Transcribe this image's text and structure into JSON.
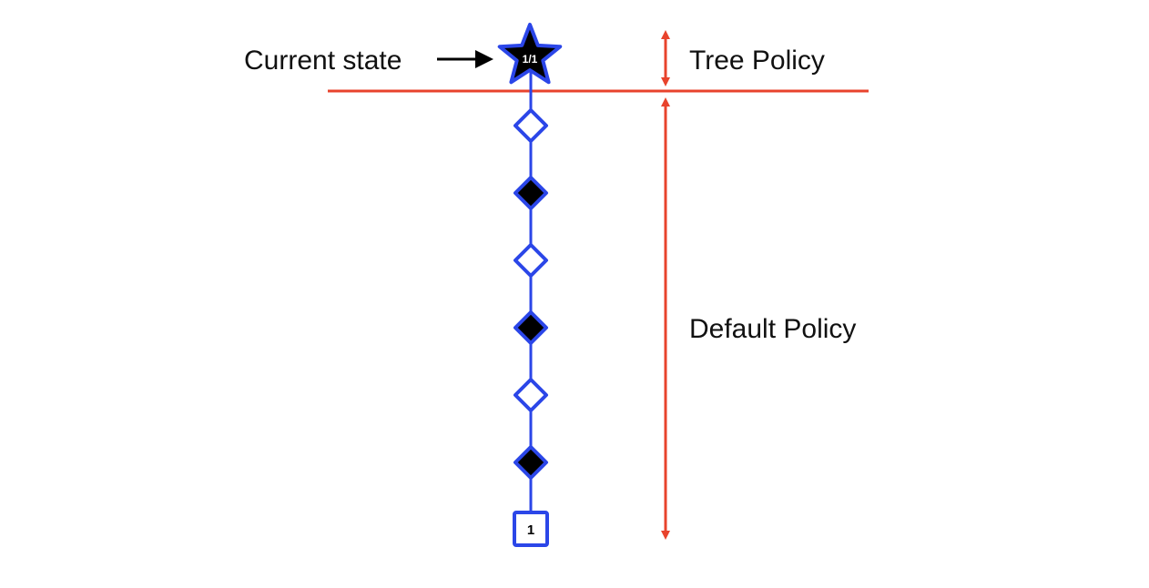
{
  "labels": {
    "current_state": "Current state",
    "tree_policy": "Tree Policy",
    "default_policy": "Default Policy"
  },
  "root": {
    "shape": "star",
    "label": "1/1",
    "fill": "#000000",
    "text_color": "#ffffff"
  },
  "nodes": [
    {
      "shape": "diamond",
      "fill": "#ffffff"
    },
    {
      "shape": "diamond",
      "fill": "#000000"
    },
    {
      "shape": "diamond",
      "fill": "#ffffff"
    },
    {
      "shape": "diamond",
      "fill": "#000000"
    },
    {
      "shape": "diamond",
      "fill": "#ffffff"
    },
    {
      "shape": "diamond",
      "fill": "#000000"
    }
  ],
  "terminal": {
    "shape": "square",
    "label": "1",
    "fill": "#ffffff",
    "text_color": "#000000"
  },
  "colors": {
    "edge": "#2b46e8",
    "policy": "#e8432c",
    "pointer": "#000000"
  }
}
